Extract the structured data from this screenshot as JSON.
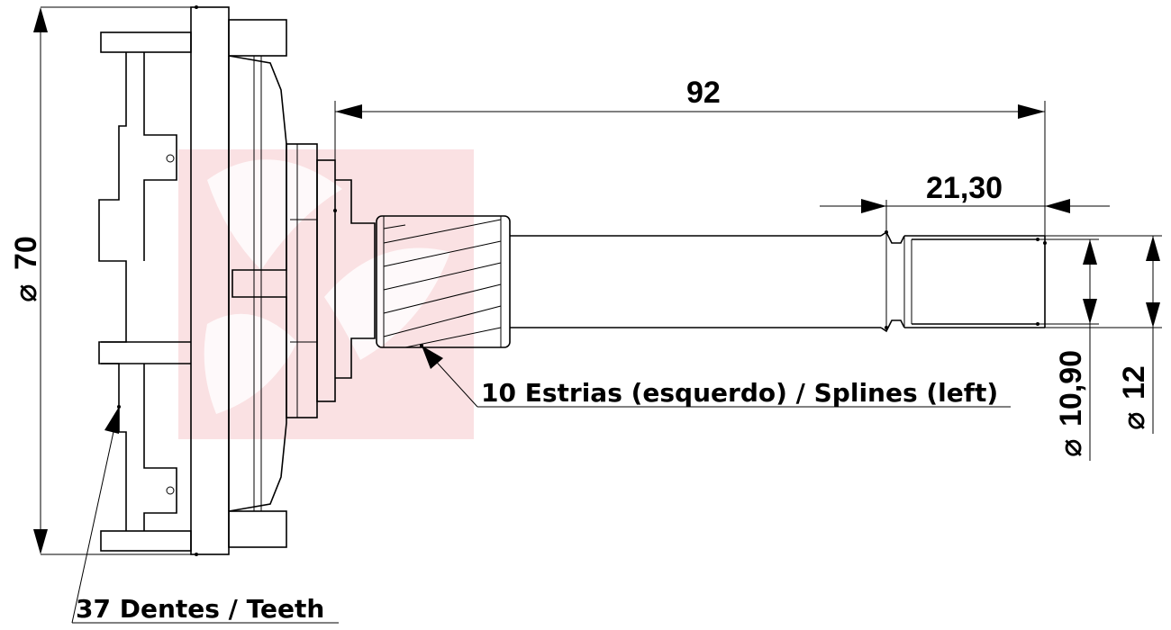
{
  "colors": {
    "line": "#000000",
    "watermark": "#f6c9cc",
    "background": "#ffffff"
  },
  "watermark_icon": "company-logo-watermark",
  "dimensions": {
    "overall_diameter": "70",
    "shaft_length": "92",
    "end_length": "21,30",
    "inner_diameter": "10,90",
    "outer_diameter": "12"
  },
  "callouts": {
    "splines": "10 Estrias (esquerdo) / Splines (left)",
    "teeth": "37 Dentes / Teeth"
  }
}
